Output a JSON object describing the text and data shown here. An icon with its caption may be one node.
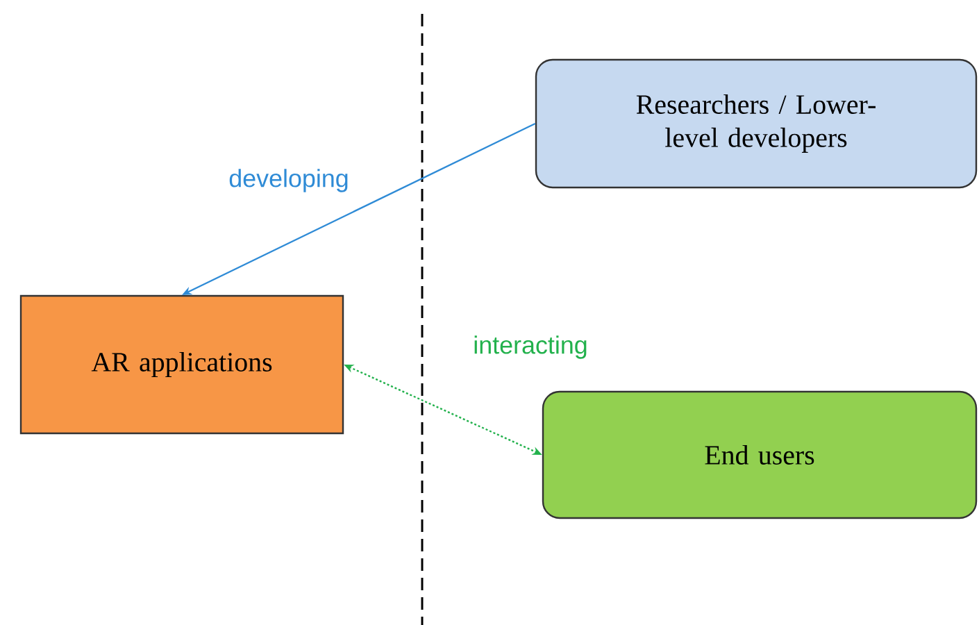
{
  "diagram": {
    "nodes": [
      {
        "text": [
          "Researchers / Lower-level developers"
        ]
      },
      {
        "text": [
          "AR applications"
        ]
      },
      {
        "text": [
          "End users"
        ]
      }
    ],
    "edges": [
      {
        "from": 0,
        "to": 1,
        "arrow": "to",
        "label": "developing",
        "color": "#2f8bd6"
      },
      {
        "from": 1,
        "to": 2,
        "arrow": "both",
        "label": "interacting",
        "style": "dashed",
        "color": "#22b14c"
      }
    ]
  }
}
